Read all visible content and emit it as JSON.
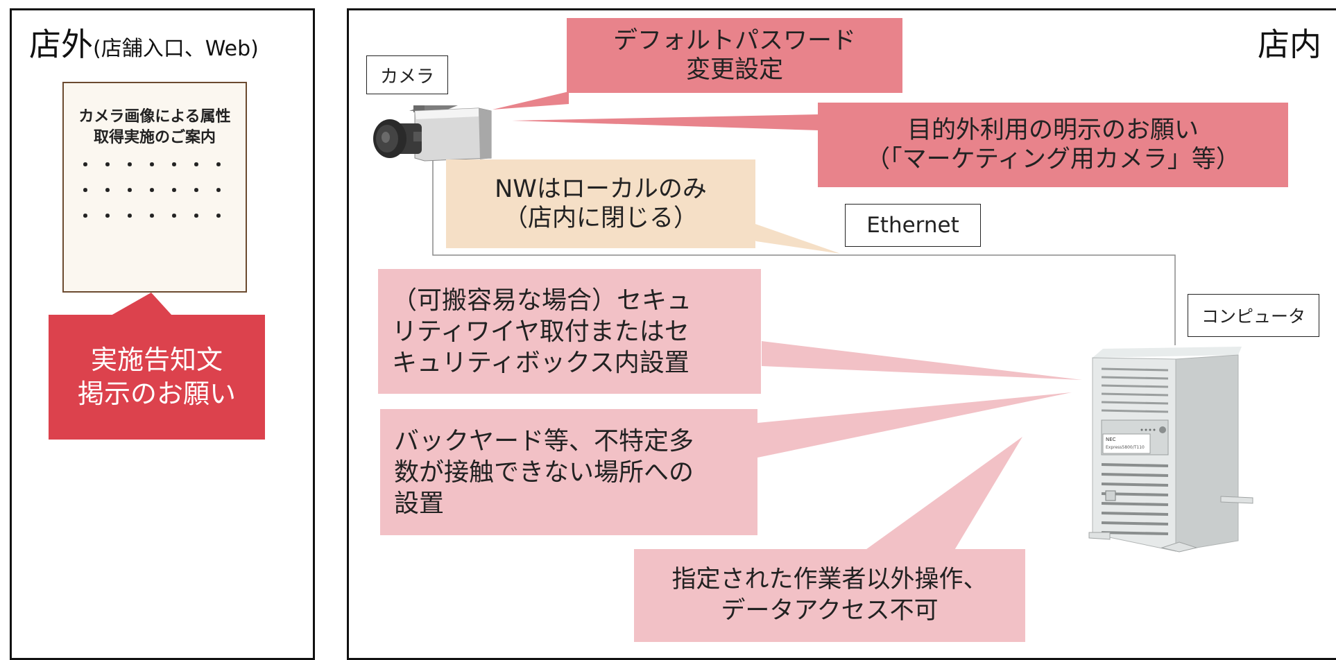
{
  "outside": {
    "title": "店外",
    "subtitle": "(店舗入口、Web)",
    "notice_heading": "カメラ画像による属性取得実施のご案内",
    "notice_dots": [
      "・・・・・・・",
      "・・・・・・・",
      "・・・・・・・"
    ],
    "callout": "実施告知文\n掲示のお願い"
  },
  "inside": {
    "title": "店内",
    "camera_label": "カメラ",
    "ethernet_label": "Ethernet",
    "computer_label": "コンピュータ",
    "callouts": {
      "password": "デフォルトパスワード\n変更設定",
      "purpose": "目的外利用の明示のお願い\n（「マーケティング用カメラ」等）",
      "network": "NWはローカルのみ\n（店内に閉じる）",
      "security_wire": "（可搬容易な場合）セキュ\nリティワイヤ取付またはセ\nキュリティボックス内設置",
      "backyard": "バックヤード等、不特定多\n数が接触できない場所への\n設置",
      "operator": "指定された作業者以外操作、\nデータアクセス不可"
    },
    "server_badge": "NEC",
    "server_model": "Express5800/T110"
  },
  "colors": {
    "red_dark": "#dc424d",
    "red_medium": "#e8838b",
    "pink_light": "#f2c1c6",
    "beige": "#f5dfc6",
    "notice_bg": "#fbf7f0",
    "notice_border": "#6b4a2f"
  }
}
